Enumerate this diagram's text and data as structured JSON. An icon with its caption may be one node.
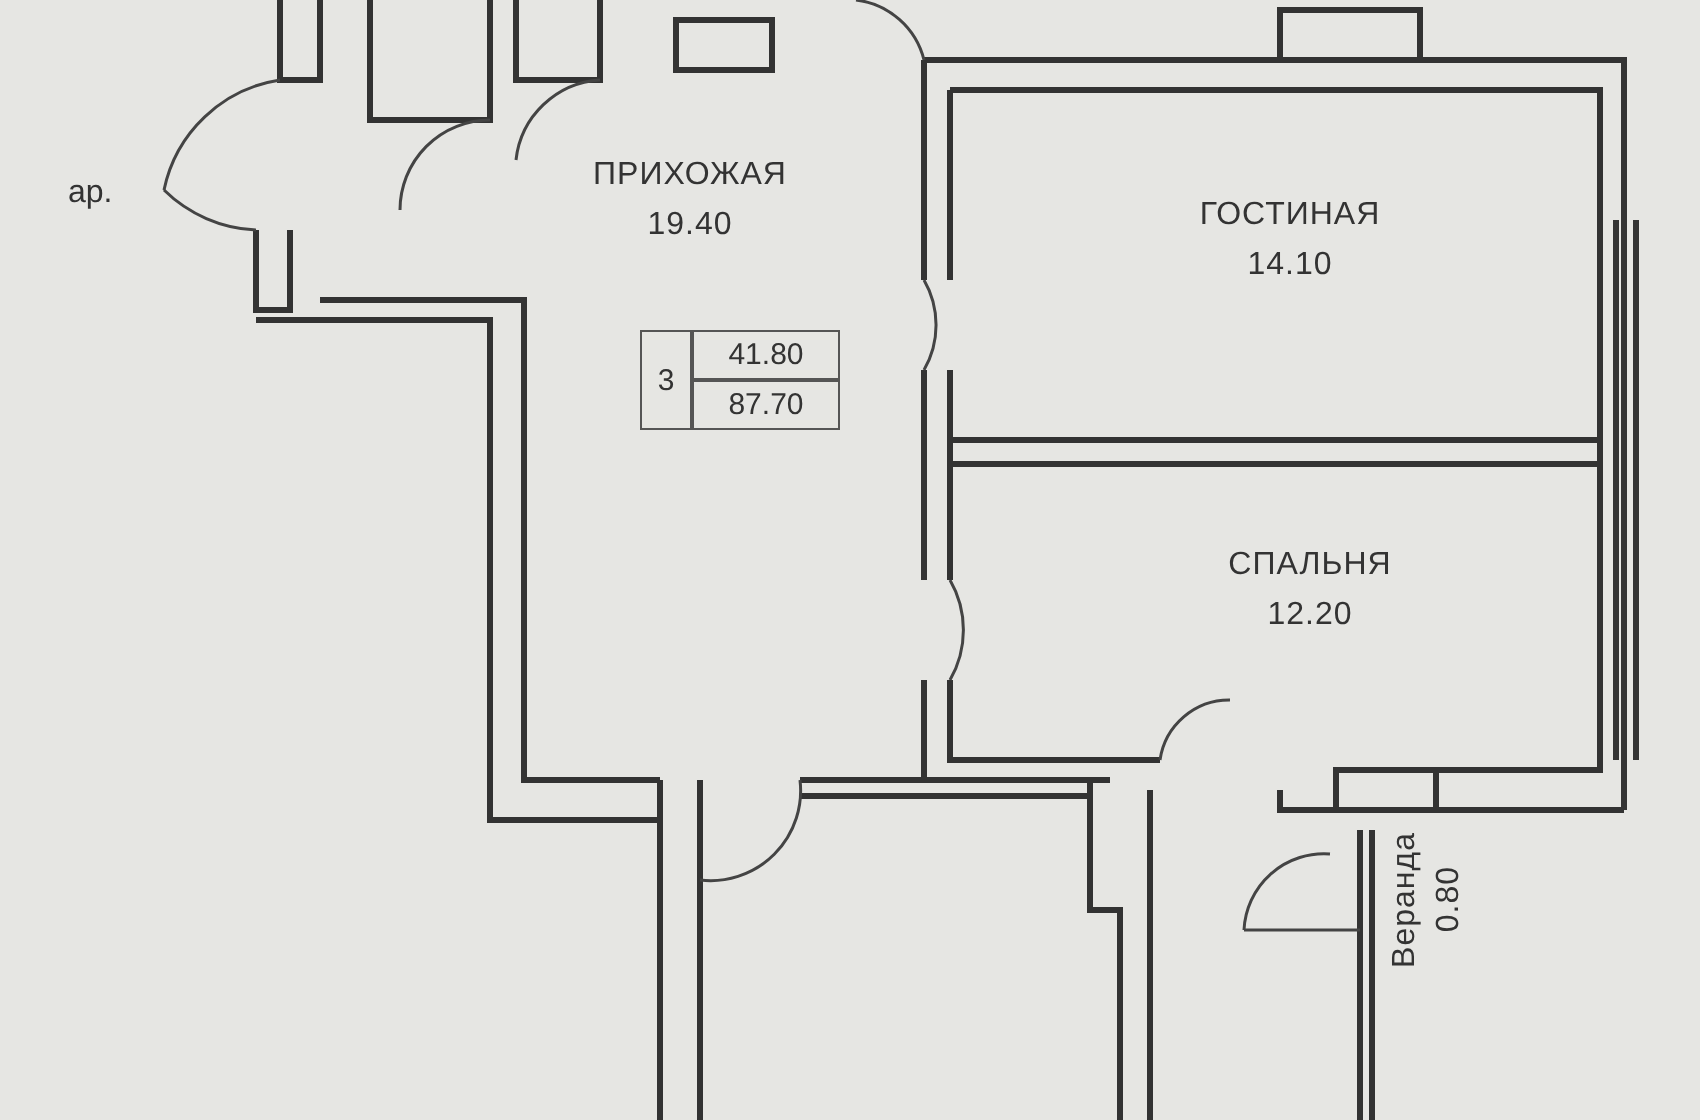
{
  "diagram": {
    "nodes": [
      {
        "text": [
          "ПРИХОЖАЯ",
          "19.40"
        ]
      },
      {
        "text": [
          "ГОСТИНАЯ",
          "14.10"
        ]
      },
      {
        "text": [
          "СПАЛЬНЯ",
          "12.20"
        ]
      },
      {
        "text": [
          "Веранда",
          "0.80"
        ]
      }
    ],
    "labels": [
      "ар.",
      "3",
      "41.80",
      "87.70"
    ]
  }
}
